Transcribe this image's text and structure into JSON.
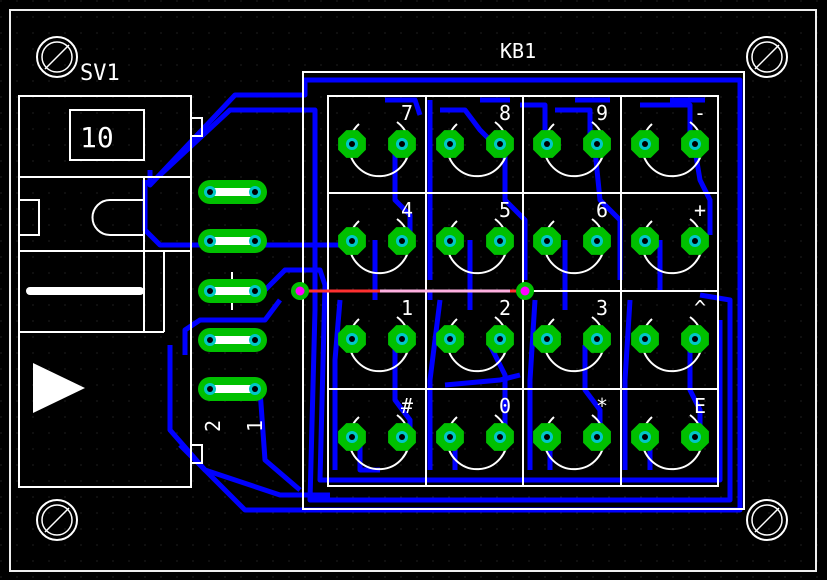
{
  "board": {
    "ref_label": "KB1",
    "connector_label": "SV1",
    "connector_pin_count": "10",
    "pin_label_2": "2",
    "pin_label_1": "1"
  },
  "keys": [
    "7",
    "8",
    "9",
    "-",
    "4",
    "5",
    "6",
    "+",
    "1",
    "2",
    "3",
    "^",
    "#",
    "0",
    "*",
    "E"
  ],
  "colors": {
    "background": "#000000",
    "copper_bottom": "#0000ff",
    "pad": "#00c000",
    "pad_hole": "#00c8c8",
    "silkscreen": "#ffffff",
    "airwire": "#ff0000",
    "via": "#ff00ff"
  }
}
